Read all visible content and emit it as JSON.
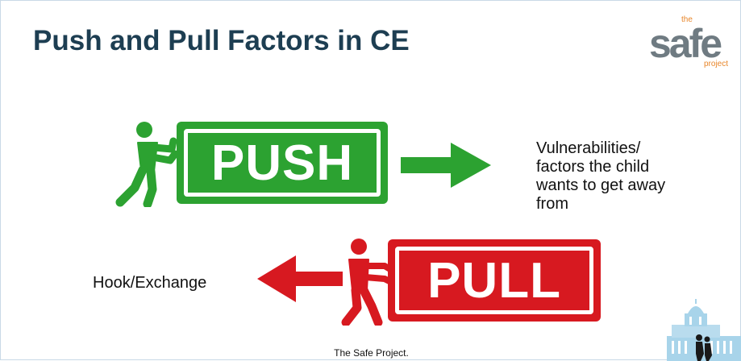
{
  "slide": {
    "title": "Push and Pull Factors in CE",
    "push": {
      "sign_label": "PUSH",
      "description": [
        "Vulnerabilities/",
        "factors the child",
        "wants to get away",
        "from"
      ],
      "color": "#2ca231"
    },
    "pull": {
      "sign_label": "PULL",
      "description": "Hook/Exchange",
      "color": "#d71920"
    },
    "footer": "The Safe Project.",
    "logo": {
      "icon": "safe-project-logo",
      "text_top": "the",
      "text_main": "safe",
      "text_bottom": "project",
      "accent": "#e8862a",
      "main_color": "#6f7b82"
    },
    "title_color": "#1d3e52"
  }
}
